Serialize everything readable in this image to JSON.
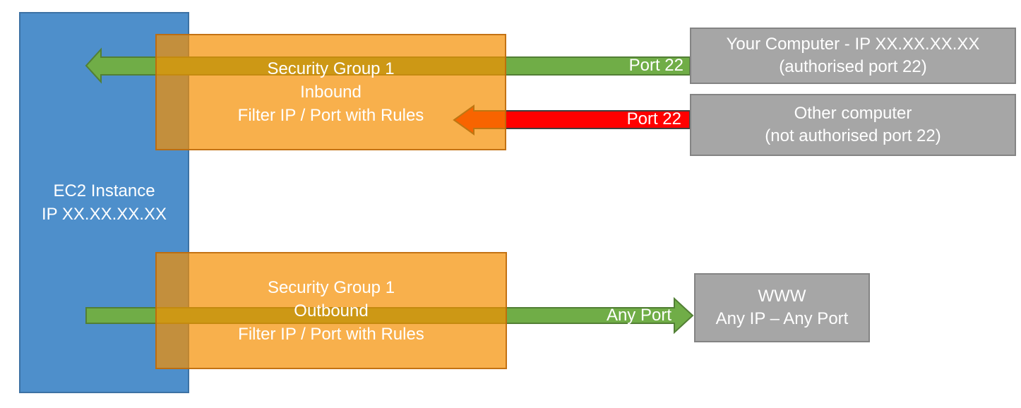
{
  "diagram": {
    "ec2": {
      "line1": "EC2 Instance",
      "line2": "IP XX.XX.XX.XX"
    },
    "sg_inbound": {
      "line1": "Security Group 1",
      "line2": "Inbound",
      "line3": "Filter IP / Port with Rules"
    },
    "sg_outbound": {
      "line1": "Security Group 1",
      "line2": "Outbound",
      "line3": "Filter IP / Port with Rules"
    },
    "your_computer": {
      "line1": "Your Computer - IP XX.XX.XX.XX",
      "line2": "(authorised port 22)"
    },
    "other_computer": {
      "line1": "Other computer",
      "line2": "(not authorised port 22)"
    },
    "www": {
      "line1": "WWW",
      "line2": "Any IP – Any Port"
    },
    "arrows": {
      "inbound_allowed_label": "Port 22",
      "inbound_blocked_label": "Port 22",
      "outbound_label": "Any Port"
    },
    "colors": {
      "ec2_blue": "#4E8FCB",
      "security_group_orange": "#F8B04C",
      "allowed_green": "#70AD47",
      "allowed_green_border": "#527F35",
      "blocked_red": "#FF0000",
      "blocked_red_border": "#3F3F3F",
      "endpoint_gray": "#A6A6A6"
    }
  }
}
